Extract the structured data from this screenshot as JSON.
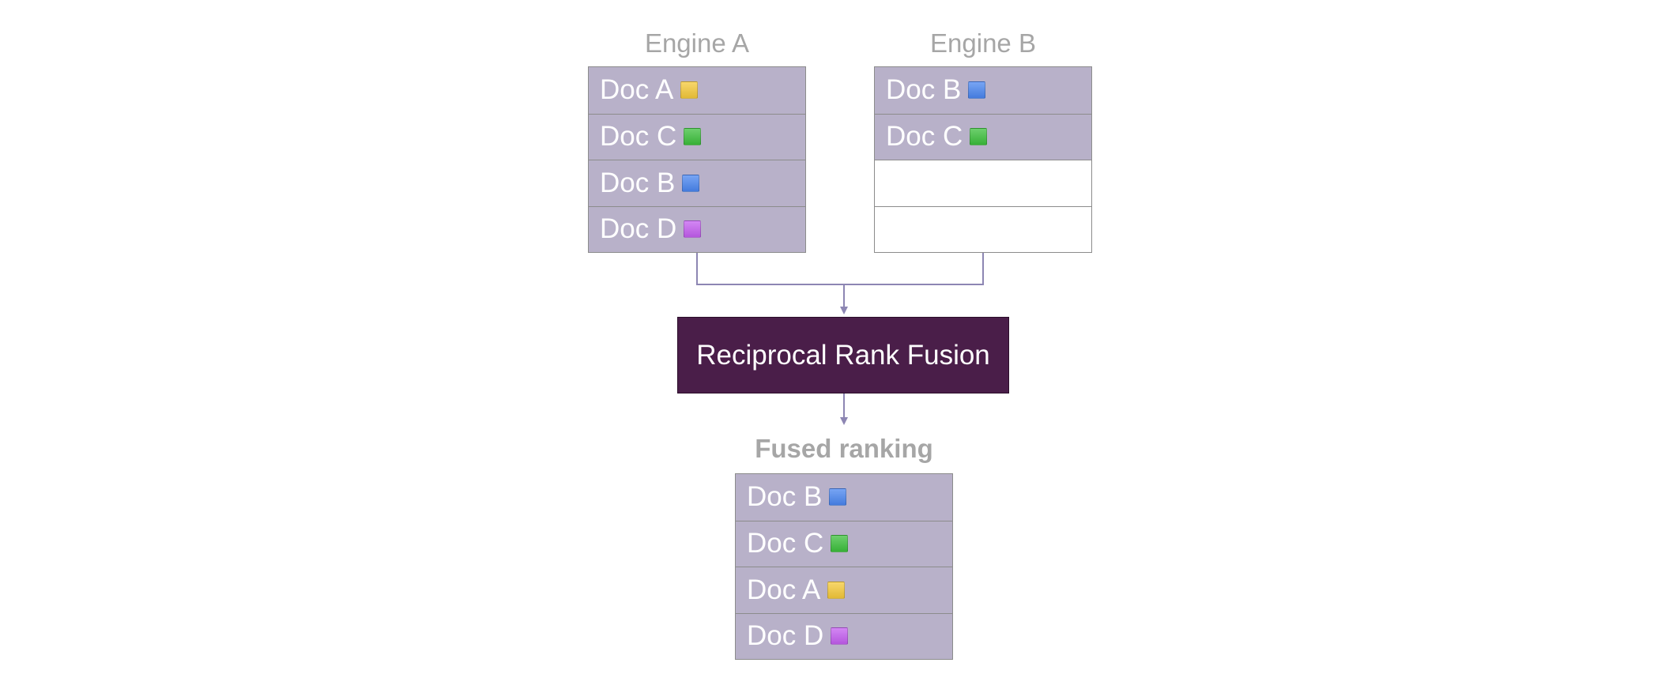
{
  "engine_a": {
    "title": "Engine A",
    "rows": [
      {
        "label": "Doc A",
        "color": "#f5c93a",
        "icon": "yellow-square-icon"
      },
      {
        "label": "Doc C",
        "color": "#3cbf3c",
        "icon": "green-square-icon"
      },
      {
        "label": "Doc B",
        "color": "#4a86f0",
        "icon": "blue-square-icon"
      },
      {
        "label": "Doc D",
        "color": "#c45ef0",
        "icon": "purple-square-icon"
      }
    ]
  },
  "engine_b": {
    "title": "Engine B",
    "rows": [
      {
        "label": "Doc B",
        "color": "#4a86f0",
        "icon": "blue-square-icon"
      },
      {
        "label": "Doc C",
        "color": "#3cbf3c",
        "icon": "green-square-icon"
      },
      {
        "label": "",
        "color": "",
        "icon": ""
      },
      {
        "label": "",
        "color": "",
        "icon": ""
      }
    ]
  },
  "fusion": {
    "label": "Reciprocal Rank Fusion",
    "fill_color": "#4a1e49"
  },
  "fused": {
    "title": "Fused ranking",
    "rows": [
      {
        "label": "Doc B",
        "color": "#4a86f0",
        "icon": "blue-square-icon"
      },
      {
        "label": "Doc C",
        "color": "#3cbf3c",
        "icon": "green-square-icon"
      },
      {
        "label": "Doc A",
        "color": "#f5c93a",
        "icon": "yellow-square-icon"
      },
      {
        "label": "Doc D",
        "color": "#c45ef0",
        "icon": "purple-square-icon"
      }
    ]
  },
  "colors": {
    "row_fill": "#b8b1c9",
    "connector": "#8d86b3",
    "title_text": "#a6a6a6"
  }
}
